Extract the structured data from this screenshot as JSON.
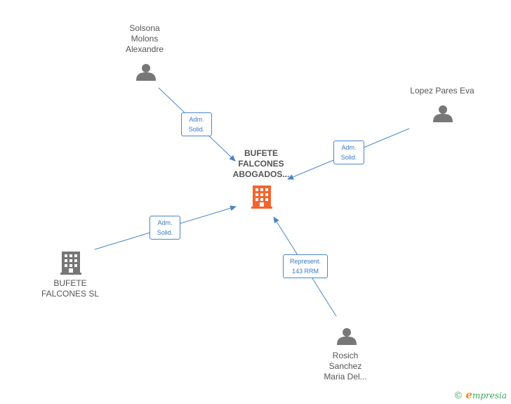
{
  "center": {
    "label": "BUFETE\nFALCONES\nABOGADOS...",
    "icon": "building-icon",
    "color": "#f26530"
  },
  "nodes": [
    {
      "id": "solsona",
      "label": "Solsona\nMolons\nAlexandre",
      "icon": "person-icon"
    },
    {
      "id": "lopez",
      "label": "Lopez Pares Eva",
      "icon": "person-icon"
    },
    {
      "id": "bufete-sl",
      "label": "BUFETE\nFALCONES SL",
      "icon": "building-icon"
    },
    {
      "id": "rosich",
      "label": "Rosich\nSanchez\nMaria Del...",
      "icon": "person-icon"
    }
  ],
  "edges": [
    {
      "from": "solsona",
      "label": "Adm.\nSolid."
    },
    {
      "from": "lopez",
      "label": "Adm.\nSolid."
    },
    {
      "from": "bufete-sl",
      "label": "Adm.\nSolid."
    },
    {
      "from": "rosich",
      "label": "Represent.\n143 RRM"
    }
  ],
  "colors": {
    "edge": "#4a86c8",
    "icon_gray": "#777777"
  },
  "brand": {
    "copyright": "©",
    "initial": "e",
    "name": "mpresia"
  }
}
